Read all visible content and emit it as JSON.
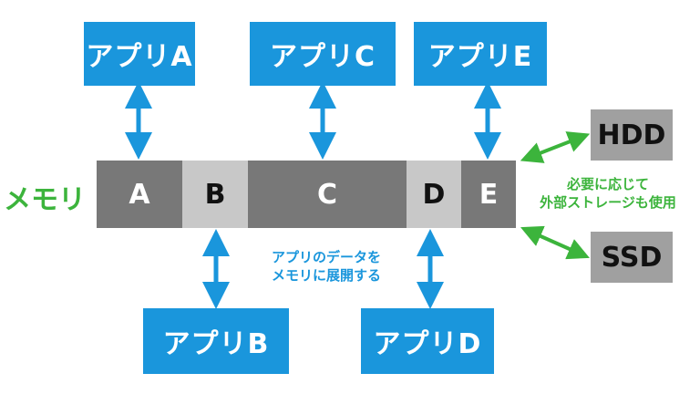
{
  "memory": {
    "label": "メモリ",
    "segments": [
      {
        "label": "A",
        "shade": "dark"
      },
      {
        "label": "B",
        "shade": "light"
      },
      {
        "label": "C",
        "shade": "dark"
      },
      {
        "label": "D",
        "shade": "light"
      },
      {
        "label": "E",
        "shade": "dark"
      }
    ]
  },
  "apps": {
    "a": "アプリA",
    "b": "アプリB",
    "c": "アプリC",
    "d": "アプリD",
    "e": "アプリE"
  },
  "storage": {
    "hdd": "HDD",
    "ssd": "SSD"
  },
  "notes": {
    "expand_line1": "アプリのデータを",
    "expand_line2": "メモリに展開する",
    "external_line1": "必要に応じて",
    "external_line2": "外部ストレージも使用"
  },
  "colors": {
    "app_blue": "#1a96dc",
    "memory_green": "#3cb43c",
    "segment_dark": "#787878",
    "segment_light": "#c8c8c8",
    "storage_gray": "#a0a0a0"
  }
}
